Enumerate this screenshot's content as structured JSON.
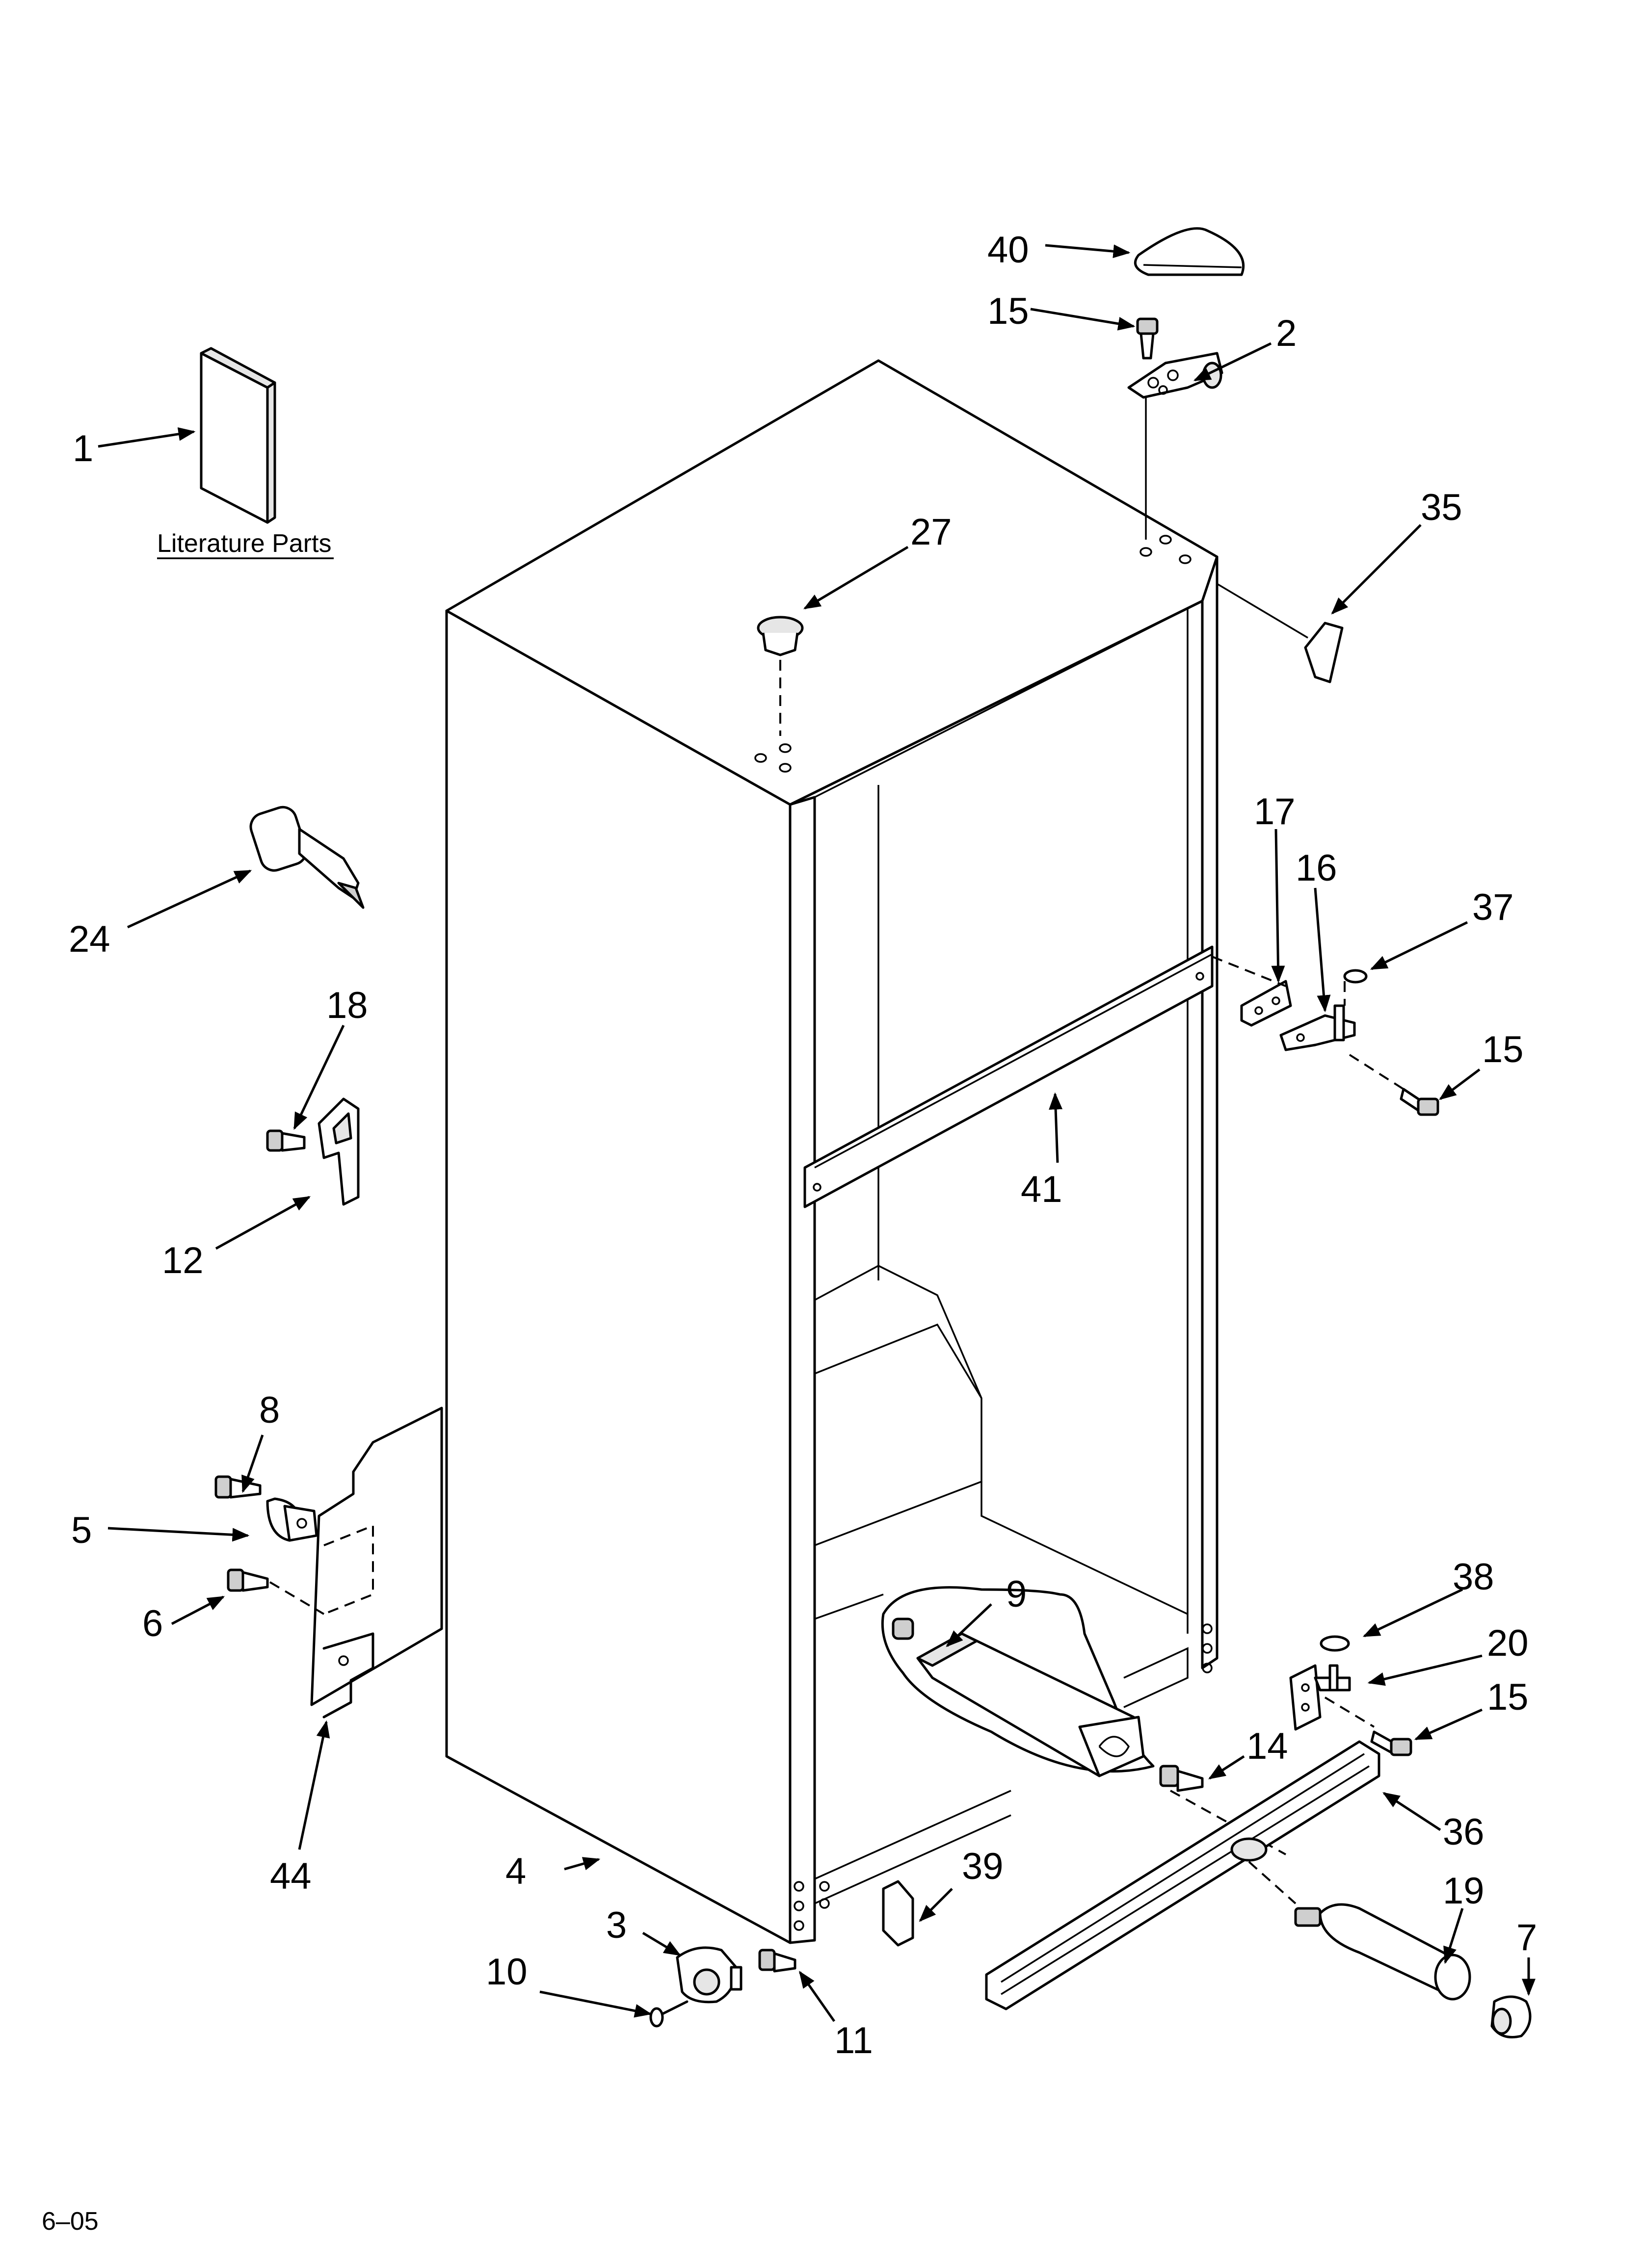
{
  "literature_label": "Literature Parts",
  "footer_code": "6–05",
  "callouts": {
    "c1": "1",
    "c2": "2",
    "c3": "3",
    "c4": "4",
    "c5": "5",
    "c6": "6",
    "c7": "7",
    "c8": "8",
    "c9": "9",
    "c10": "10",
    "c11": "11",
    "c12": "12",
    "c14": "14",
    "c15a": "15",
    "c15b": "15",
    "c15c": "15",
    "c16": "16",
    "c17": "17",
    "c18": "18",
    "c19": "19",
    "c20": "20",
    "c24": "24",
    "c27": "27",
    "c35": "35",
    "c36": "36",
    "c37": "37",
    "c38": "38",
    "c39": "39",
    "c40": "40",
    "c41": "41",
    "c44": "44"
  }
}
